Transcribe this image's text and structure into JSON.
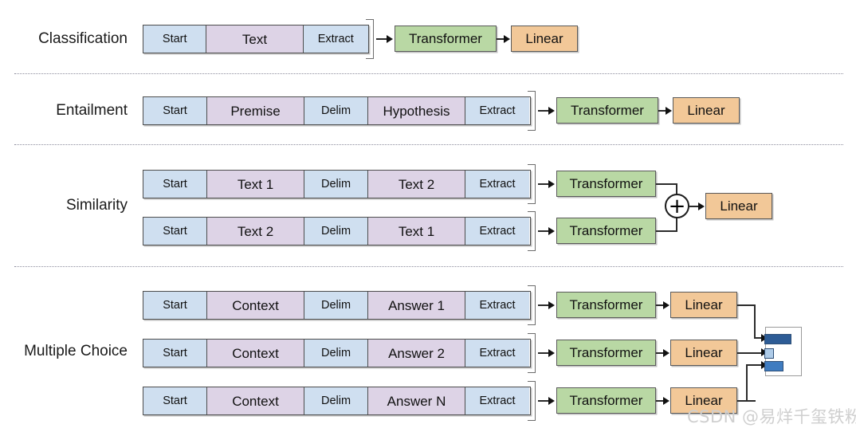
{
  "figure": {
    "background": "#ffffff",
    "colors": {
      "token_start": "#cfdff0",
      "token_text": "#ddd3e6",
      "transformer": "#b9d8a4",
      "linear": "#f2c898",
      "bar_dark": "#2d5c96",
      "bar_mid": "#3f7cc0",
      "bar_light": "#aecbe8",
      "separator": "#7a7a8c",
      "stroke": "#4d4d4d"
    }
  },
  "tasks": [
    {
      "id": "classification",
      "label": "Classification",
      "sequences": [
        {
          "tokens": [
            {
              "text": "Start",
              "kind": "delimiter"
            },
            {
              "text": "Text",
              "kind": "content"
            },
            {
              "text": "Extract",
              "kind": "delimiter"
            }
          ]
        }
      ],
      "stages": [
        {
          "text": "Transformer",
          "kind": "transformer"
        },
        {
          "text": "Linear",
          "kind": "linear"
        }
      ]
    },
    {
      "id": "entailment",
      "label": "Entailment",
      "sequences": [
        {
          "tokens": [
            {
              "text": "Start",
              "kind": "delimiter"
            },
            {
              "text": "Premise",
              "kind": "content"
            },
            {
              "text": "Delim",
              "kind": "delimiter"
            },
            {
              "text": "Hypothesis",
              "kind": "content"
            },
            {
              "text": "Extract",
              "kind": "delimiter"
            }
          ]
        }
      ],
      "stages": [
        {
          "text": "Transformer",
          "kind": "transformer"
        },
        {
          "text": "Linear",
          "kind": "linear"
        }
      ]
    },
    {
      "id": "similarity",
      "label": "Similarity",
      "sequences": [
        {
          "tokens": [
            {
              "text": "Start",
              "kind": "delimiter"
            },
            {
              "text": "Text 1",
              "kind": "content"
            },
            {
              "text": "Delim",
              "kind": "delimiter"
            },
            {
              "text": "Text 2",
              "kind": "content"
            },
            {
              "text": "Extract",
              "kind": "delimiter"
            }
          ]
        },
        {
          "tokens": [
            {
              "text": "Start",
              "kind": "delimiter"
            },
            {
              "text": "Text 2",
              "kind": "content"
            },
            {
              "text": "Delim",
              "kind": "delimiter"
            },
            {
              "text": "Text 1",
              "kind": "content"
            },
            {
              "text": "Extract",
              "kind": "delimiter"
            }
          ]
        }
      ],
      "stages": [
        {
          "text": "Transformer",
          "kind": "transformer"
        },
        {
          "text": "Transformer",
          "kind": "transformer"
        },
        {
          "text": "Linear",
          "kind": "linear"
        }
      ],
      "combiner": {
        "symbol": "+",
        "type": "sum"
      }
    },
    {
      "id": "multiple-choice",
      "label": "Multiple Choice",
      "sequences": [
        {
          "tokens": [
            {
              "text": "Start",
              "kind": "delimiter"
            },
            {
              "text": "Context",
              "kind": "content"
            },
            {
              "text": "Delim",
              "kind": "delimiter"
            },
            {
              "text": "Answer 1",
              "kind": "content"
            },
            {
              "text": "Extract",
              "kind": "delimiter"
            }
          ]
        },
        {
          "tokens": [
            {
              "text": "Start",
              "kind": "delimiter"
            },
            {
              "text": "Context",
              "kind": "content"
            },
            {
              "text": "Delim",
              "kind": "delimiter"
            },
            {
              "text": "Answer 2",
              "kind": "content"
            },
            {
              "text": "Extract",
              "kind": "delimiter"
            }
          ]
        },
        {
          "tokens": [
            {
              "text": "Start",
              "kind": "delimiter"
            },
            {
              "text": "Context",
              "kind": "content"
            },
            {
              "text": "Delim",
              "kind": "delimiter"
            },
            {
              "text": "Answer N",
              "kind": "content"
            },
            {
              "text": "Extract",
              "kind": "delimiter"
            }
          ]
        }
      ],
      "stages": [
        {
          "text": "Transformer",
          "kind": "transformer"
        },
        {
          "text": "Linear",
          "kind": "linear"
        },
        {
          "text": "Transformer",
          "kind": "transformer"
        },
        {
          "text": "Linear",
          "kind": "linear"
        },
        {
          "text": "Transformer",
          "kind": "transformer"
        },
        {
          "text": "Linear",
          "kind": "linear"
        }
      ],
      "softmax_chart": {
        "type": "bar",
        "orientation": "horizontal",
        "values": [
          0.72,
          0.14,
          0.46
        ],
        "colors": [
          "#2d5c96",
          "#aecbe8",
          "#3f7cc0"
        ]
      }
    }
  ],
  "watermark": {
    "text": "CSDN @易烊千玺铁粉"
  }
}
